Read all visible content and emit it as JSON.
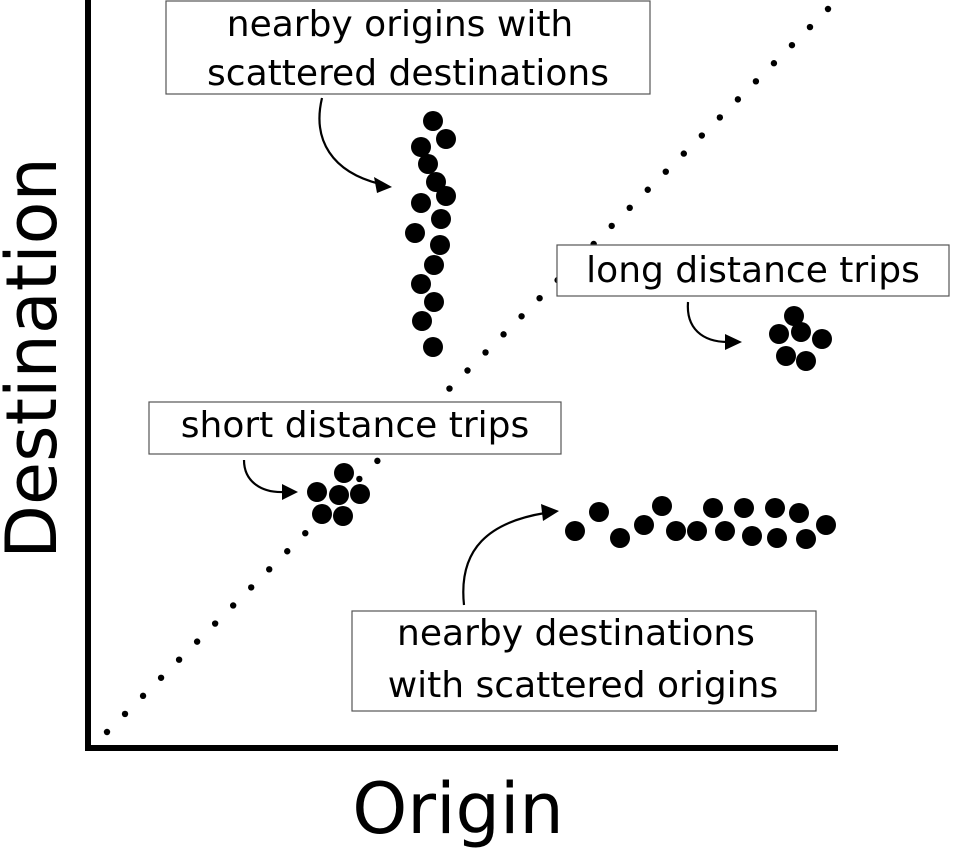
{
  "axes": {
    "x_label": "Origin",
    "y_label": "Destination"
  },
  "colors": {
    "ink": "#000000",
    "box_border": "#555555",
    "background": "#ffffff"
  },
  "annotations": {
    "nearby_origins": {
      "lines": [
        "nearby origins with",
        "scattered destinations"
      ]
    },
    "long_distance": {
      "lines": [
        "long distance trips"
      ]
    },
    "short_distance": {
      "lines": [
        "short distance trips"
      ]
    },
    "nearby_destinations": {
      "lines": [
        "nearby destinations",
        "with scattered origins"
      ]
    }
  }
}
